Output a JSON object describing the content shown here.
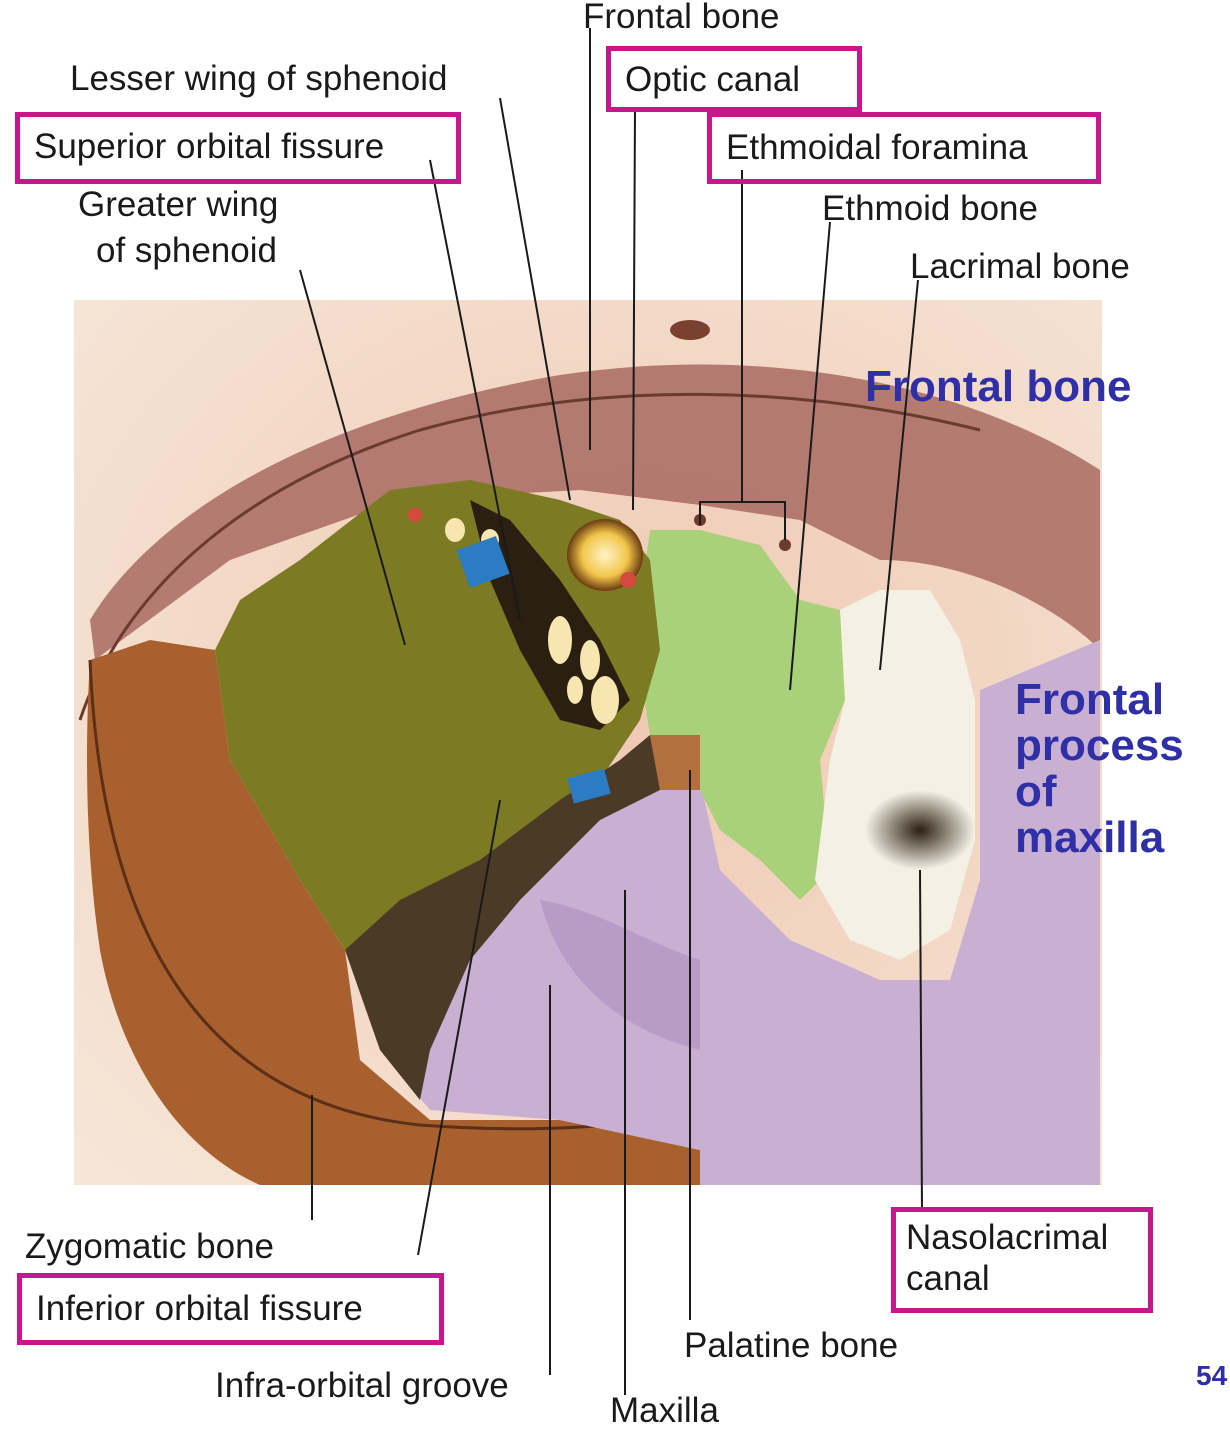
{
  "labels": {
    "frontal_bone_top": "Frontal bone",
    "optic_canal": "Optic canal",
    "lesser_wing": "Lesser wing of sphenoid",
    "superior_orbital_fissure": "Superior orbital fissure",
    "ethmoidal_foramina": "Ethmoidal foramina",
    "greater_wing_line1": "Greater wing",
    "greater_wing_line2": "of sphenoid",
    "ethmoid_bone": "Ethmoid bone",
    "lacrimal_bone": "Lacrimal bone",
    "zygomatic_bone": "Zygomatic bone",
    "inferior_orbital_fissure": "Inferior orbital fissure",
    "infra_orbital_groove": "Infra-orbital groove",
    "maxilla": "Maxilla",
    "palatine_bone": "Palatine bone",
    "nasolacrimal_line1": "Nasolacrimal",
    "nasolacrimal_line2": "canal"
  },
  "annotations": {
    "frontal_bone_blue": "Frontal bone",
    "frontal_process_line1": "Frontal",
    "frontal_process_line2": "process",
    "frontal_process_line3": "of",
    "frontal_process_line4": "maxilla"
  },
  "page_number": "54",
  "colors": {
    "highlight_box": "#c8168c",
    "annotation_text": "#2f2fa8",
    "frontal_bone": "#a86a62",
    "sphenoid": "#7d7a24",
    "ethmoid": "#a9d17a",
    "lacrimal": "#f4f1e4",
    "maxilla": "#c9afd2",
    "zygomatic": "#a8602e",
    "palatine": "#b3703e",
    "skin": "#f2d8c5"
  }
}
